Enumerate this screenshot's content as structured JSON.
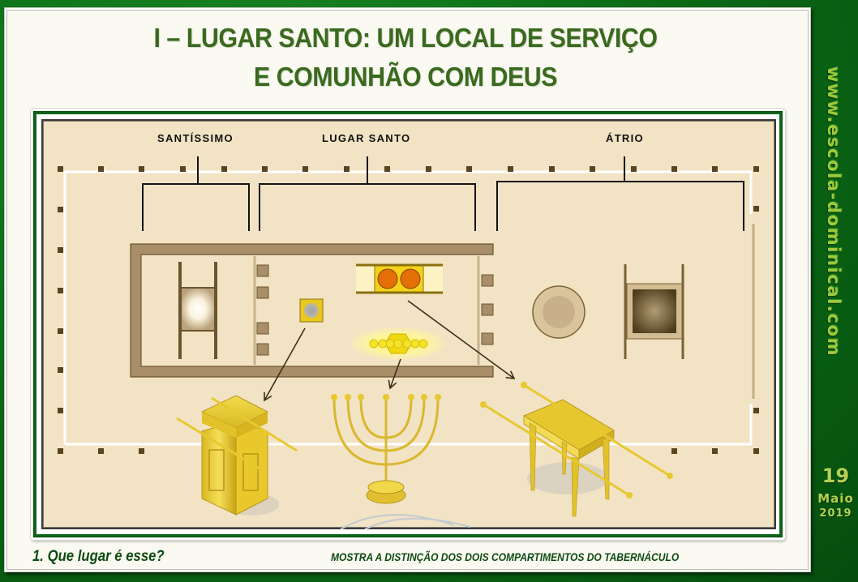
{
  "slide": {
    "title_line1": "I – LUGAR SANTO: UM LOCAL DE SERVIÇO",
    "title_line2": "E COMUNHÃO COM DEUS"
  },
  "diagram": {
    "labels": {
      "holy_of_holies": "SANTÍSSIMO",
      "holy_place": "LUGAR SANTO",
      "courtyard": "ÁTRIO"
    },
    "objects": [
      {
        "name": "ark-of-covenant",
        "location": "holy_of_holies"
      },
      {
        "name": "altar-of-incense",
        "location": "holy_place"
      },
      {
        "name": "menorah",
        "location": "holy_place"
      },
      {
        "name": "table-of-showbread",
        "location": "holy_place"
      },
      {
        "name": "bronze-laver",
        "location": "courtyard"
      },
      {
        "name": "bronze-altar",
        "location": "courtyard"
      }
    ],
    "colors": {
      "background": "#f2e3c4",
      "wall": "#a89070",
      "post": "#5a4520",
      "gold": "#e6c832",
      "fence": "#ffffff"
    }
  },
  "footer": {
    "question": "1. Que lugar é esse?",
    "caption": "MOSTRA A DISTINÇÃO DOS DOIS COMPARTIMENTOS DO TABERNÁCULO"
  },
  "sidebar": {
    "url": "www.escola-dominical.com",
    "day": "19",
    "month": "Maio",
    "year": "2019"
  }
}
